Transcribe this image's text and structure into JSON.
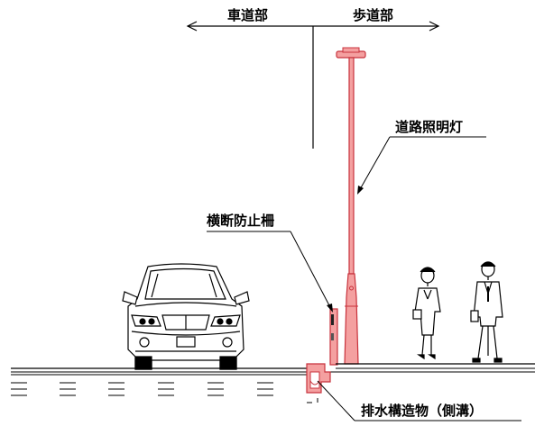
{
  "direction_labels": {
    "left": "車道部",
    "right": "歩道部"
  },
  "callouts": {
    "street_light": "道路照明灯",
    "guard_fence": "横断防止柵",
    "drainage": "排水構造物（側溝）"
  },
  "colors": {
    "highlight_fill": "#f4a0a0",
    "highlight_stroke": "#c8323c",
    "line": "#000000"
  }
}
